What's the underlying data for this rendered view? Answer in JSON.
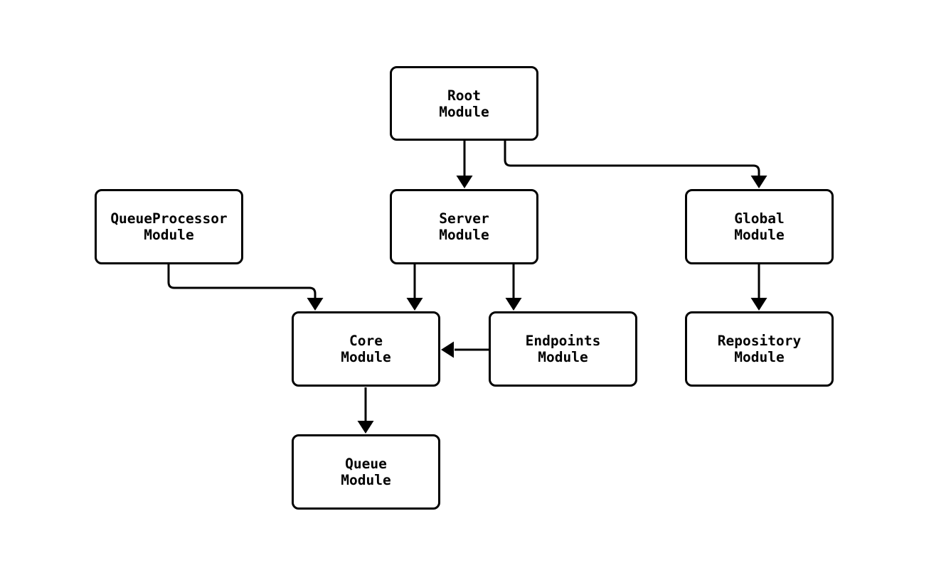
{
  "diagram": {
    "type": "flowchart",
    "direction": "top-down",
    "colors": {
      "background": "#ffffff",
      "node_fill": "#ffffff",
      "node_border": "#000000",
      "edge": "#000000",
      "text": "#000000"
    },
    "nodes": {
      "root": {
        "label": "Root\nModule"
      },
      "queue_processor": {
        "label": "QueueProcessor\nModule"
      },
      "server": {
        "label": "Server\nModule"
      },
      "global": {
        "label": "Global\nModule"
      },
      "core": {
        "label": "Core\nModule"
      },
      "endpoints": {
        "label": "Endpoints\nModule"
      },
      "repository": {
        "label": "Repository\nModule"
      },
      "queue": {
        "label": "Queue\nModule"
      }
    },
    "edges": [
      {
        "from": "Root Module",
        "to": "Server Module"
      },
      {
        "from": "Root Module",
        "to": "Global Module"
      },
      {
        "from": "QueueProcessor Module",
        "to": "Core Module"
      },
      {
        "from": "Server Module",
        "to": "Core Module"
      },
      {
        "from": "Server Module",
        "to": "Endpoints Module"
      },
      {
        "from": "Endpoints Module",
        "to": "Core Module"
      },
      {
        "from": "Global Module",
        "to": "Repository Module"
      },
      {
        "from": "Core Module",
        "to": "Queue Module"
      }
    ]
  }
}
